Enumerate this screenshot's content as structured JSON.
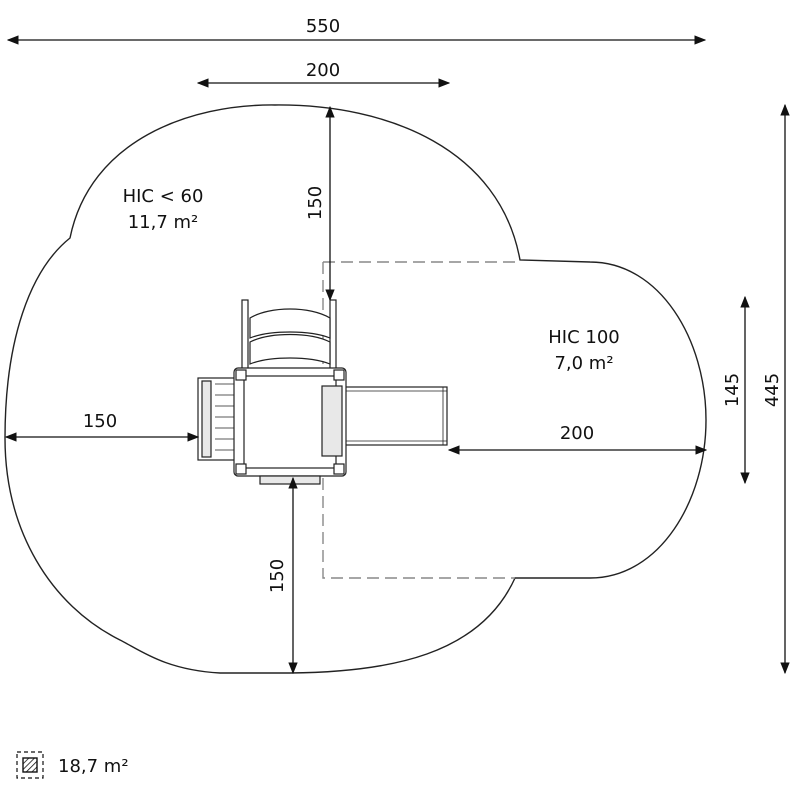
{
  "dimensions": {
    "overall_width": "550",
    "top_width": "200",
    "top_depth": "150",
    "left_depth": "150",
    "right_depth": "200",
    "bottom_depth": "150",
    "side_145": "145",
    "overall_height": "445"
  },
  "zones": {
    "hic60": {
      "label": "HIC < 60",
      "area": "11,7 m²"
    },
    "hic100": {
      "label": "HIC 100",
      "area": "7,0 m²"
    }
  },
  "legend": {
    "icon": "hatched-square-icon",
    "total_area": "18,7 m²"
  }
}
